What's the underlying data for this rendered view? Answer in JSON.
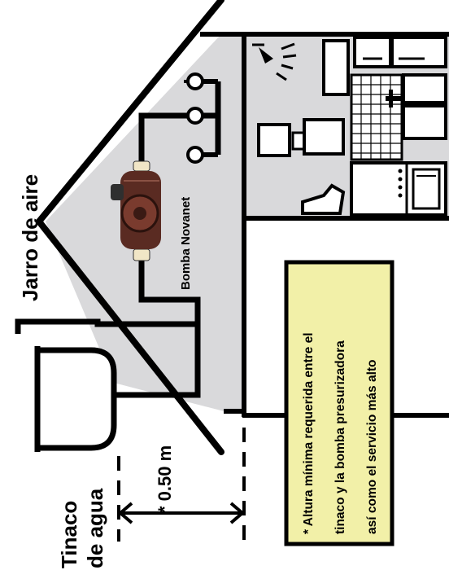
{
  "labels": {
    "air_jar": "Jarro de aire",
    "pump": "Bomba Novanet",
    "water_tank_line1": "Tinaco",
    "water_tank_line2": "de agua",
    "height": "* 0.50 m"
  },
  "note": {
    "line1": "* Altura mínima requerida entre el",
    "line2": "tinaco y la bomba presurizadora",
    "line3": "así como el servicio más alto"
  },
  "colors": {
    "house_fill": "#d9d9db",
    "note_fill": "#f2f0a8",
    "pump_body": "#5a2b22",
    "line": "#000000"
  }
}
